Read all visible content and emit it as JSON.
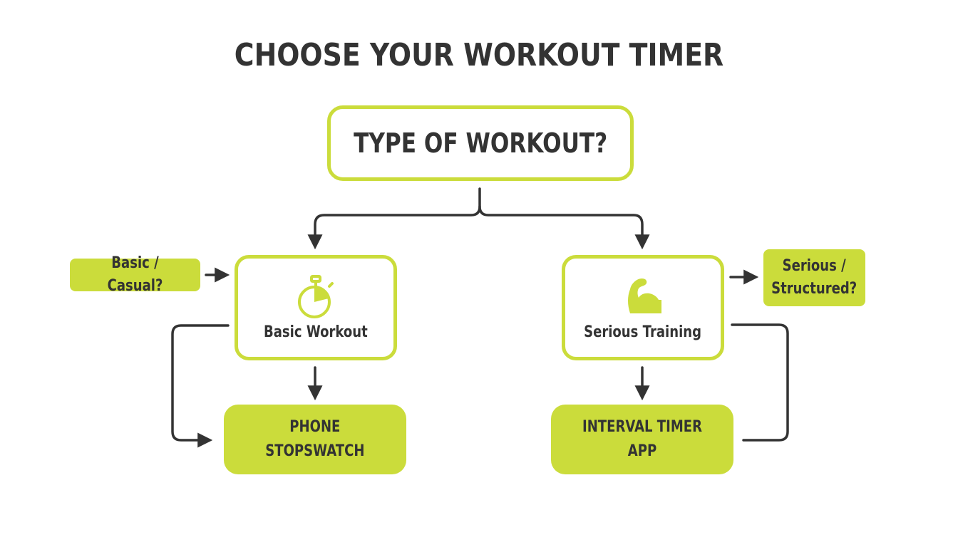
{
  "title": "CHOOSE YOUR WORKOUT TIMER",
  "question": "TYPE OF WORKOUT?",
  "basic": {
    "tag": "Basic / Casual?",
    "node_label": "Basic Workout",
    "icon": "stopwatch-icon",
    "result_line1": "PHONE",
    "result_line2": "STOPSWATCH"
  },
  "serious": {
    "tag_line1": "Serious /",
    "tag_line2": "Structured?",
    "node_label": "Serious Training",
    "icon": "flexed-bicep-icon",
    "result": "INTERVAL TIMER APP"
  },
  "colors": {
    "accent": "#cbdc3b",
    "text": "#333333",
    "connector": "#333333"
  }
}
